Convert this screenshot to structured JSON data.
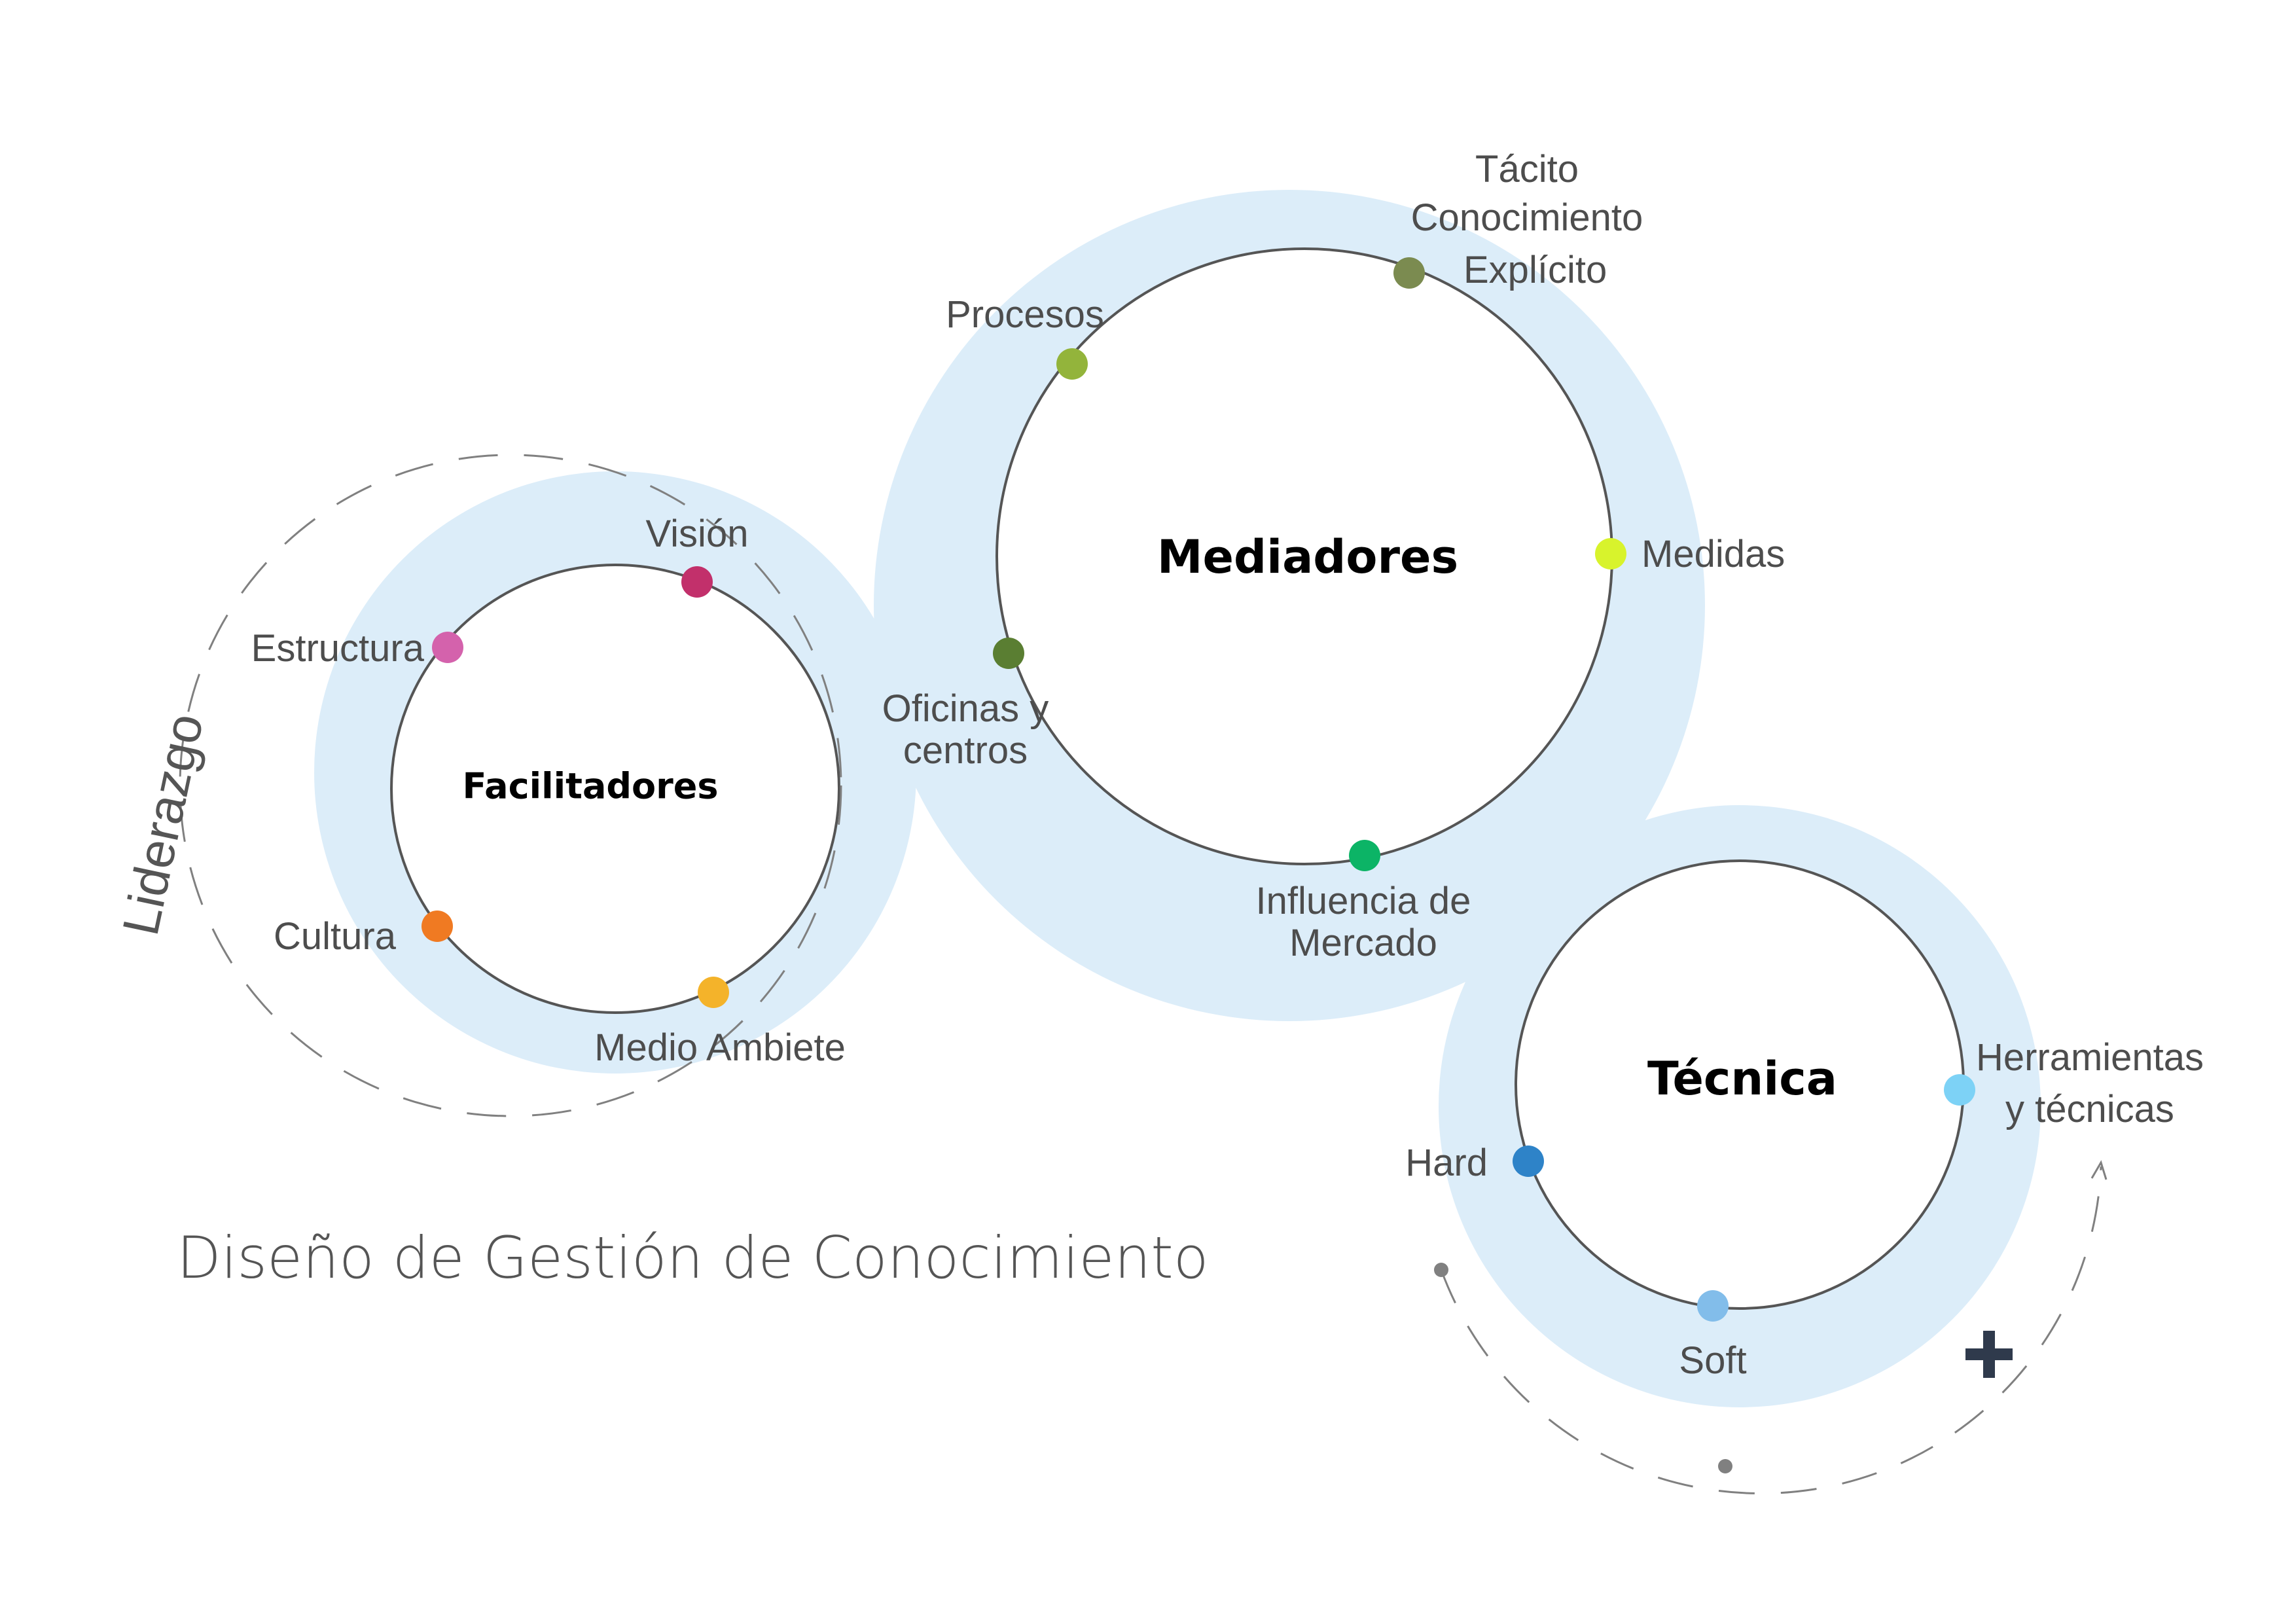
{
  "title": "Diseño de Gestión de Conocimiento",
  "colors": {
    "ring": "#dcedf9",
    "outline": "#555555",
    "dash": "#808080",
    "label": "#4d4d4d"
  },
  "hubs": {
    "facilitadores": {
      "label": "Facilitadores"
    },
    "mediadores": {
      "label": "Mediadores"
    },
    "tecnica": {
      "label": "Técnica"
    }
  },
  "nodes": {
    "vision": {
      "label": "Visión",
      "color": "#c2306b"
    },
    "estructura": {
      "label": "Estructura",
      "color": "#d462ac"
    },
    "cultura": {
      "label": "Cultura",
      "color": "#f07a22"
    },
    "medio_ambiente": {
      "label": "Medio Ambiete",
      "color": "#f4b32a"
    },
    "procesos": {
      "label": "Procesos",
      "color": "#93b43b"
    },
    "explicito": {
      "label": "Explícito",
      "color": "#7b8b50"
    },
    "medidas": {
      "label": "Medidas",
      "color": "#d8f32c"
    },
    "oficinas": {
      "line1": "Oficinas y",
      "line2": "centros",
      "color": "#5a7e32"
    },
    "influencia": {
      "line1": "Influencia de",
      "line2": "Mercado",
      "color": "#0cb466"
    },
    "herramientas": {
      "line1": "Herramientas",
      "line2": "y técnicas",
      "color": "#7dd2f6"
    },
    "hard": {
      "label": "Hard",
      "color": "#2e83c8"
    },
    "soft": {
      "label": "Soft",
      "color": "#82bdea"
    }
  },
  "conocimiento": {
    "tacito": "Tácito",
    "label": "Conocimiento"
  },
  "liderazgo": {
    "label": "Liderazgo"
  },
  "icons": {
    "plus": "plus-icon",
    "arrow": "arrow-up-icon"
  }
}
